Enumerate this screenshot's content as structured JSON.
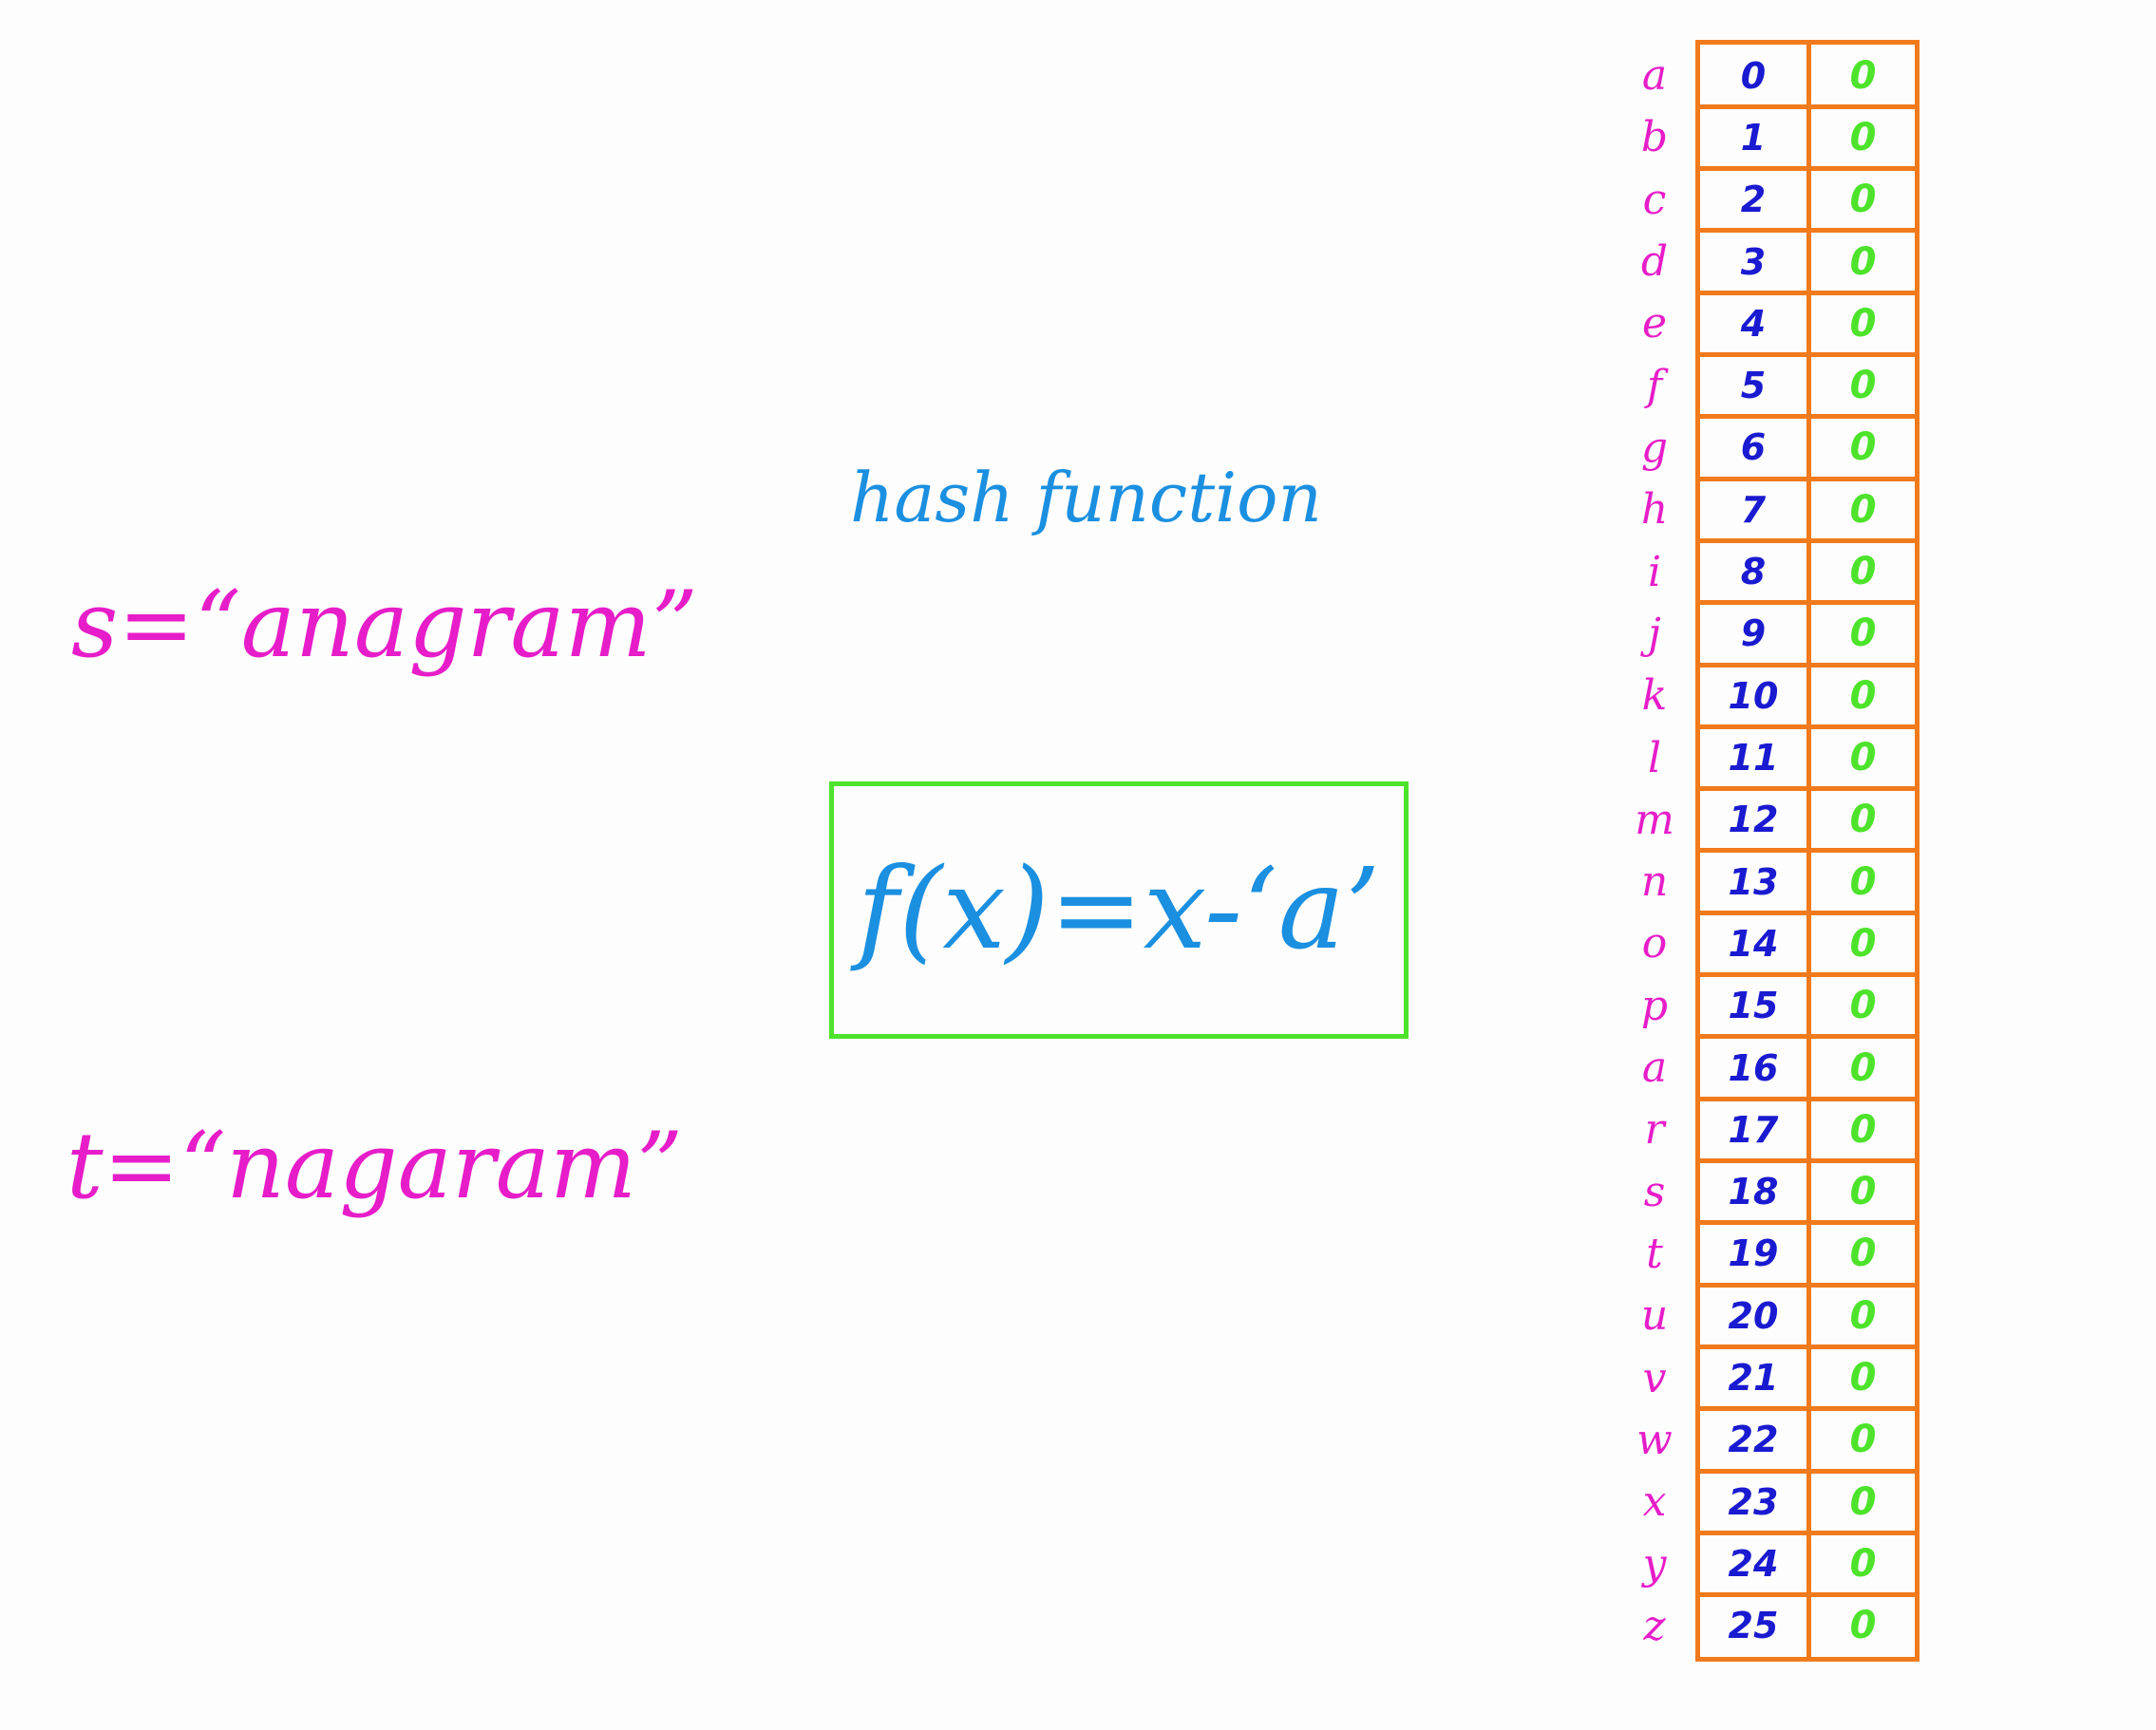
{
  "strings": {
    "s": "s=“anagram”",
    "t": "t=“nagaram”"
  },
  "hash_label": "hash function",
  "formula": "f(x)=x-‘a’",
  "colors": {
    "strings": "#e61dc8",
    "hash": "#1b8fe0",
    "box_border": "#4de32b",
    "table_border": "#f07a1c",
    "index_text": "#1a1ad0",
    "count_text": "#4de32b"
  },
  "table": {
    "rows": [
      {
        "letter": "a",
        "index": "0",
        "count": "0"
      },
      {
        "letter": "b",
        "index": "1",
        "count": "0"
      },
      {
        "letter": "c",
        "index": "2",
        "count": "0"
      },
      {
        "letter": "d",
        "index": "3",
        "count": "0"
      },
      {
        "letter": "e",
        "index": "4",
        "count": "0"
      },
      {
        "letter": "f",
        "index": "5",
        "count": "0"
      },
      {
        "letter": "g",
        "index": "6",
        "count": "0"
      },
      {
        "letter": "h",
        "index": "7",
        "count": "0"
      },
      {
        "letter": "i",
        "index": "8",
        "count": "0"
      },
      {
        "letter": "j",
        "index": "9",
        "count": "0"
      },
      {
        "letter": "k",
        "index": "10",
        "count": "0"
      },
      {
        "letter": "l",
        "index": "11",
        "count": "0"
      },
      {
        "letter": "m",
        "index": "12",
        "count": "0"
      },
      {
        "letter": "n",
        "index": "13",
        "count": "0"
      },
      {
        "letter": "o",
        "index": "14",
        "count": "0"
      },
      {
        "letter": "p",
        "index": "15",
        "count": "0"
      },
      {
        "letter": "a",
        "index": "16",
        "count": "0"
      },
      {
        "letter": "r",
        "index": "17",
        "count": "0"
      },
      {
        "letter": "s",
        "index": "18",
        "count": "0"
      },
      {
        "letter": "t",
        "index": "19",
        "count": "0"
      },
      {
        "letter": "u",
        "index": "20",
        "count": "0"
      },
      {
        "letter": "v",
        "index": "21",
        "count": "0"
      },
      {
        "letter": "w",
        "index": "22",
        "count": "0"
      },
      {
        "letter": "x",
        "index": "23",
        "count": "0"
      },
      {
        "letter": "y",
        "index": "24",
        "count": "0"
      },
      {
        "letter": "z",
        "index": "25",
        "count": "0"
      }
    ]
  }
}
